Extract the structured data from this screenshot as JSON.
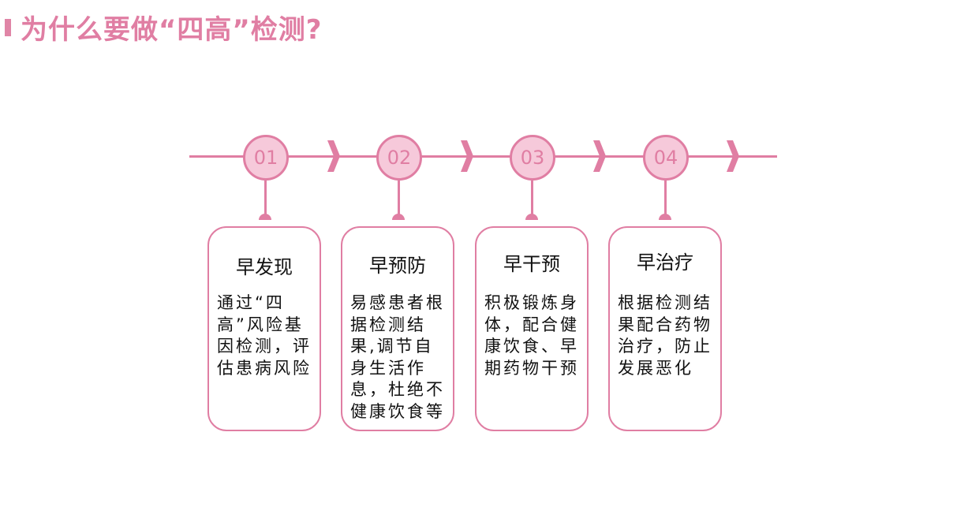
{
  "title": "为什么要做“四高”检测?",
  "steps": [
    {
      "number": "01",
      "heading": "早发现",
      "text": "通过“四高”风险基因检测，评估患病风险"
    },
    {
      "number": "02",
      "heading": "早预防",
      "text": "易感患者根据检测结果,调节自身生活作息，杜绝不健康饮食等"
    },
    {
      "number": "03",
      "heading": "早干预",
      "text": "积极锻炼身体，配合健康饮食、早期药物干预"
    },
    {
      "number": "04",
      "heading": "早治疗",
      "text": "根据检测结果配合药物治疗，防止发展恶化"
    }
  ],
  "colors": {
    "accent": "#e07ea3",
    "circle_fill": "#f6c9da"
  }
}
